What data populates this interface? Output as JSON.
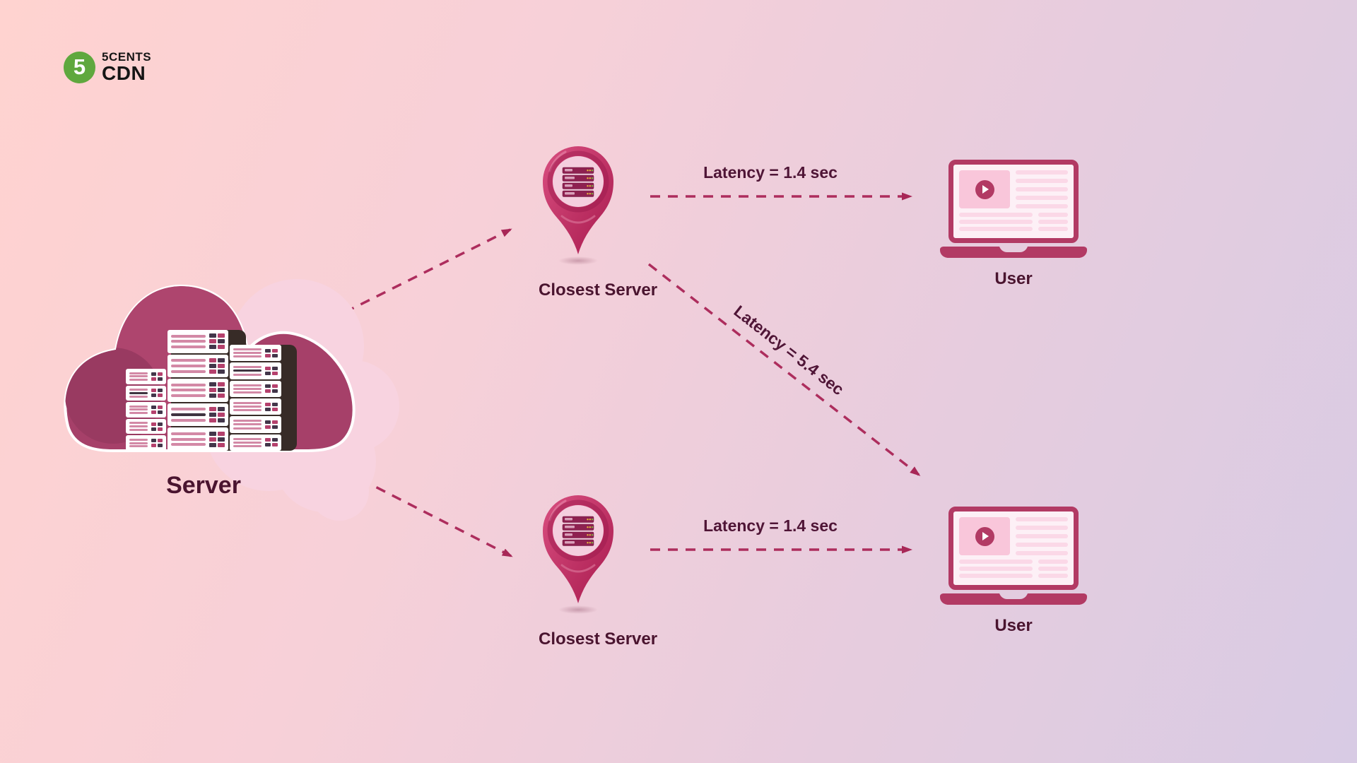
{
  "logo": {
    "badge": "5",
    "name_top": "5CENTS",
    "name_bottom": "CDN"
  },
  "origin": {
    "label": "Server"
  },
  "edge_servers": {
    "top": {
      "label": "Closest Server"
    },
    "bottom": {
      "label": "Closest Server"
    }
  },
  "users": {
    "top": {
      "label": "User"
    },
    "bottom": {
      "label": "User"
    }
  },
  "latency": {
    "top": "Latency = 1.4 sec",
    "cross": "Latency = 5.4 sec",
    "bottom": "Latency = 1.4 sec"
  },
  "colors": {
    "accent": "#b23a64",
    "arrow_dash": "#ad2d5d",
    "text_dark": "#4a142f",
    "logo_green": "#5fa83e",
    "pin_gradient_start": "#d94f80",
    "pin_gradient_end": "#a81a4e",
    "cloud_dark": "#a64069",
    "cloud_light": "#f8d3e0"
  },
  "illustration": {
    "rack_stacks": [
      {
        "units": 5,
        "dark_unit": 1
      },
      {
        "units": 5,
        "dark_unit": 3
      },
      {
        "units": 6,
        "dark_unit": 1
      }
    ]
  }
}
